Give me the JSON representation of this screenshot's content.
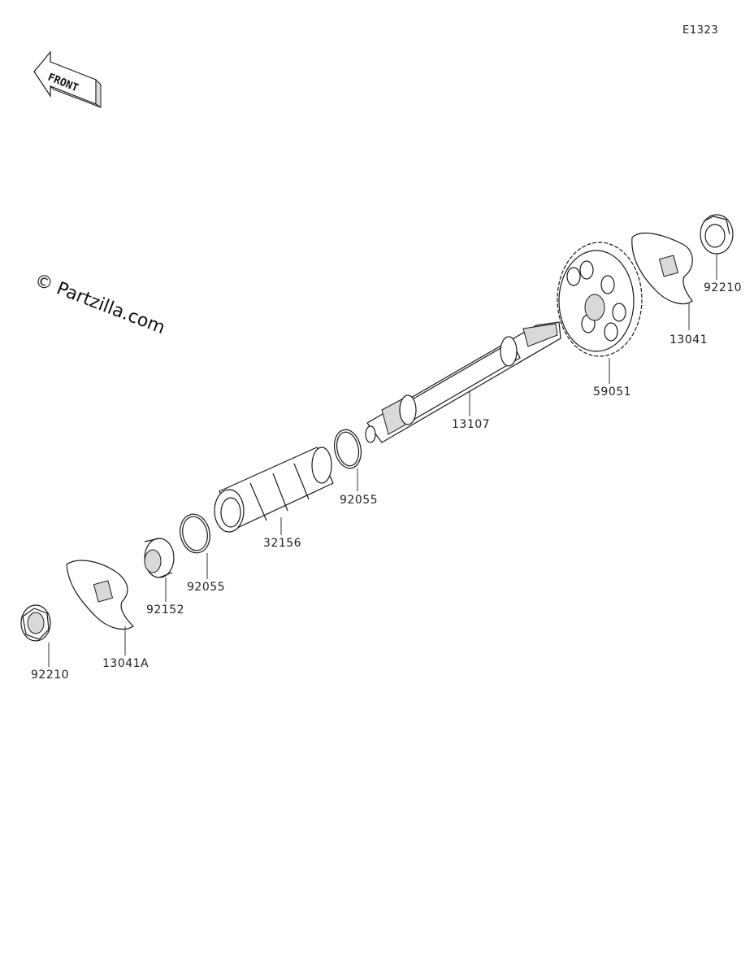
{
  "diagram_code": "E1323",
  "front_arrow_label": "FRONT",
  "watermark": "© Partzilla.com",
  "parts": {
    "nut_right": "92210",
    "cam_right": "13041",
    "gear": "59051",
    "shaft": "13107",
    "ring_upper": "92055",
    "sleeve": "32156",
    "ring_lower": "92055",
    "collar": "92152",
    "cam_left": "13041A",
    "nut_left": "92210"
  }
}
